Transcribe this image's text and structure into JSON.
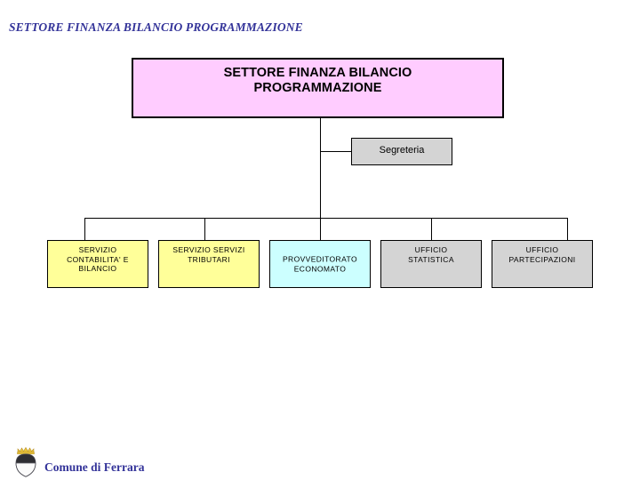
{
  "header": {
    "title": "SETTORE FINANZA BILANCIO PROGRAMMAZIONE"
  },
  "chart": {
    "type": "org-chart",
    "root": {
      "label": "SETTORE FINANZA BILANCIO\nPROGRAMMAZIONE",
      "fill": "#FFCCFF"
    },
    "staff": {
      "label": "Segreteria",
      "fill": "#D4D4D4"
    },
    "units": [
      {
        "label": "SERVIZIO\nCONTABILITA' E\nBILANCIO",
        "fill": "#FFFF99"
      },
      {
        "label": "SERVIZIO SERVIZI\nTRIBUTARI",
        "fill": "#FFFF99"
      },
      {
        "label": "PROVVEDITORATO\nECONOMATO",
        "fill": "#CCFFFF"
      },
      {
        "label": "UFFICIO\nSTATISTICA",
        "fill": "#D4D4D4"
      },
      {
        "label": "UFFICIO\nPARTECIPAZIONI",
        "fill": "#D4D4D4"
      }
    ]
  },
  "footer": {
    "label": "Comune di Ferrara",
    "crest_icon": "ferrara-coat-of-arms-icon",
    "accent_color": "#333399"
  }
}
